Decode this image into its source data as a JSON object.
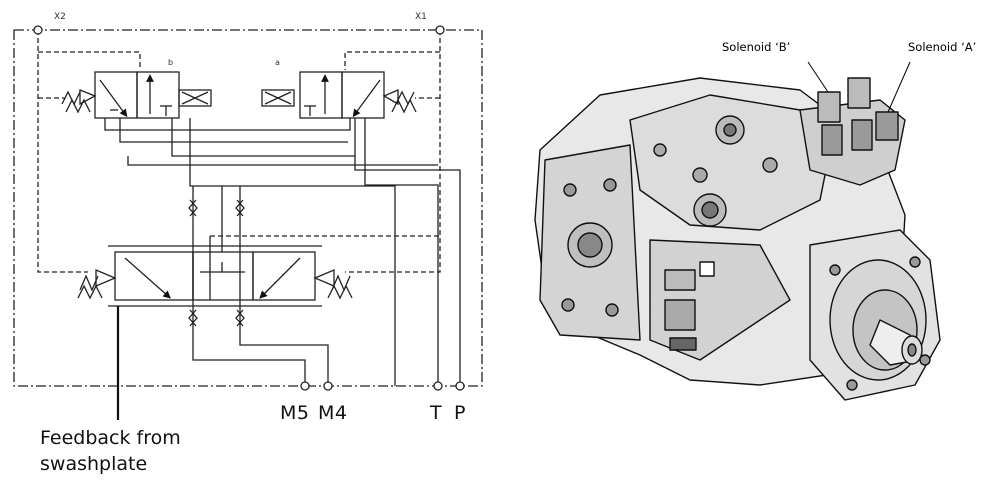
{
  "schematic": {
    "ports": {
      "m5": "M5",
      "m4": "M4",
      "t": "T",
      "p": "P"
    },
    "pilot_ports": {
      "x2": "X2",
      "x1": "X1"
    },
    "valve_marks": {
      "b": "b",
      "a": "a"
    },
    "feedback_line1": "Feedback from",
    "feedback_line2": "swashplate"
  },
  "photo": {
    "solenoid_b": "Solenoid ‘B’",
    "solenoid_a": "Solenoid ‘A’"
  }
}
